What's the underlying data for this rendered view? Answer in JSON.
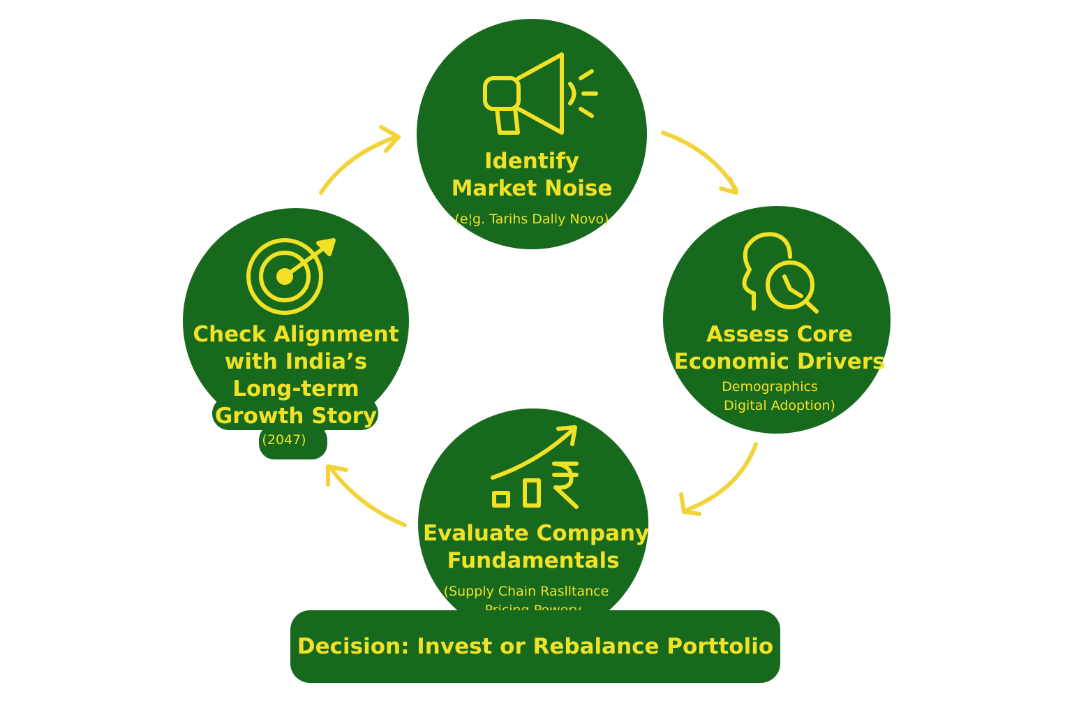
{
  "colors": {
    "node_fill": "#17691e",
    "text": "#f2e227",
    "arrow": "#f2d33a"
  },
  "nodes": {
    "identify": {
      "icon": "megaphone-icon",
      "title_line1": "Identify",
      "title_line2": "Market Noise",
      "subtitle": "(e¦g. Tarihs Dally Novo)"
    },
    "assess": {
      "icon": "head-magnifier-icon",
      "title_line1": "Assess Core",
      "title_line2": "Economic Drivers",
      "subtitle_line1": "Demographics",
      "subtitle_line2": "Digital Adoption)"
    },
    "evaluate": {
      "icon": "rupee-growth-chart-icon",
      "title_line1": "Evaluate Company",
      "title_line2": "Fundamentals",
      "subtitle_line1": "(Supply Chain Raslltance",
      "subtitle_line2": "Pricing Powery"
    },
    "check": {
      "icon": "target-arrow-icon",
      "title_line1": "Check Alignment",
      "title_line2": "with India’s",
      "title_line3": "Long-term",
      "title_line4": "Growth Story",
      "subtitle": "(2047)"
    }
  },
  "decision": {
    "label": "Decision: Invest or Rebalance Porttolio"
  }
}
